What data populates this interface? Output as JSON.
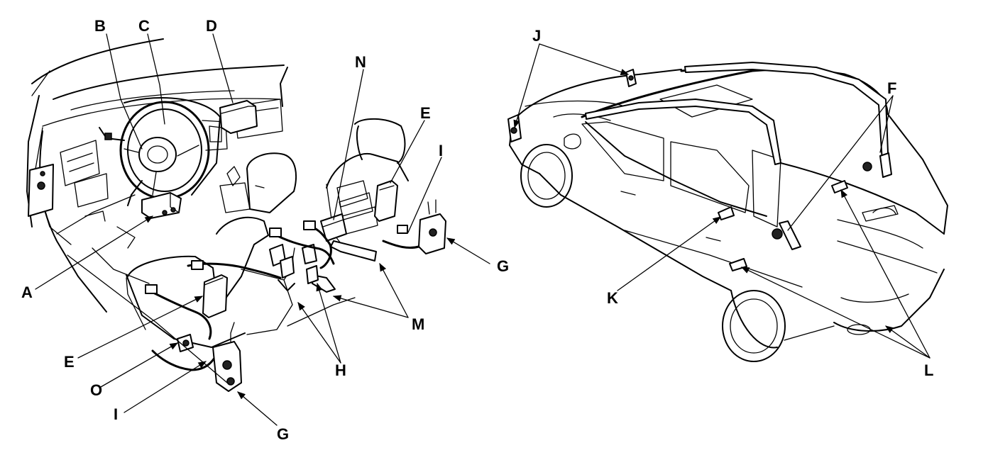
{
  "callouts": {
    "A": "A",
    "B": "B",
    "C": "C",
    "D": "D",
    "E1": "E",
    "E2": "E",
    "F": "F",
    "G1": "G",
    "G2": "G",
    "H": "H",
    "I1": "I",
    "I2": "I",
    "J": "J",
    "K": "K",
    "L": "L",
    "M": "M",
    "N": "N",
    "O": "O"
  }
}
